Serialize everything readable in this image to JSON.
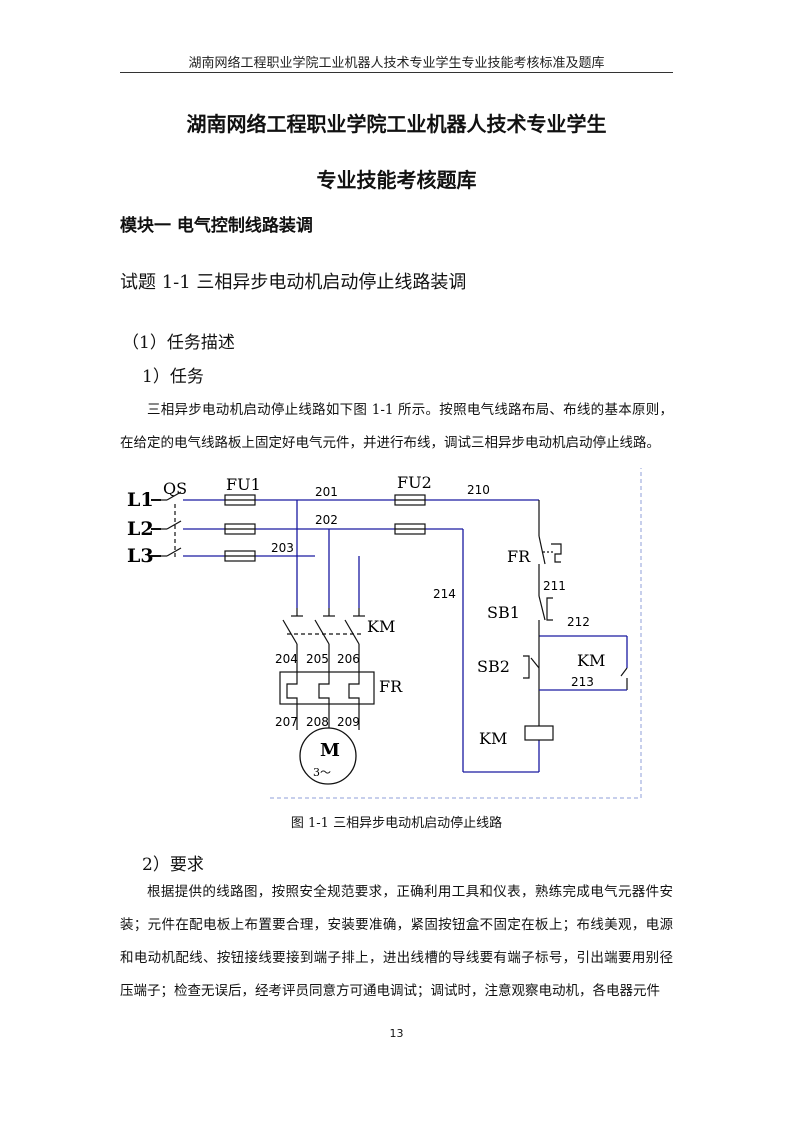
{
  "header": {
    "text": "湖南网络工程职业学院工业机器人技术专业学生专业技能考核标准及题库"
  },
  "title": {
    "line1": "湖南网络工程职业学院工业机器人技术专业学生",
    "line2": "专业技能考核题库"
  },
  "module": "模块一  电气控制线路装调",
  "exam_title": "试题 1-1  三相异步电动机启动停止线路装调",
  "section1": "（1）任务描述",
  "section1_1": "1）任务",
  "task_text": "三相异步电动机启动停止线路如下图 1-1 所示。按照电气线路布局、布线的基本原则，在给定的电气线路板上固定好电气元件，并进行布线，调试三相异步电动机启动停止线路。",
  "diagram": {
    "phases": [
      "L1",
      "L2",
      "L3"
    ],
    "qs": "QS",
    "fu1": "FU1",
    "fu2": "FU2",
    "wire_201": "201",
    "wire_202": "202",
    "wire_203": "203",
    "wire_210": "210",
    "wire_211": "211",
    "wire_212": "212",
    "wire_213": "213",
    "wire_214": "214",
    "wire_204": "204",
    "wire_205": "205",
    "wire_206": "206",
    "wire_207": "207",
    "wire_208": "208",
    "wire_209": "209",
    "km_main": "KM",
    "fr_main": "FR",
    "fr_ctrl": "FR",
    "sb1": "SB1",
    "sb2": "SB2",
    "km_aux": "KM",
    "km_coil": "KM",
    "motor": "M",
    "motor_sub": "3～"
  },
  "caption": "图 1-1    三相异步电动机启动停止线路",
  "section1_2": "2）要求",
  "req_text": "根据提供的线路图，按照安全规范要求，正确利用工具和仪表，熟练完成电气元器件安装；元件在配电板上布置要合理，安装要准确，紧固按钮盒不固定在板上；布线美观，电源和电动机配线、按钮接线要接到端子排上，进出线槽的导线要有端子标号，引出端要用别径压端子；检查无误后，经考评员同意方可通电调试；调试时，注意观察电动机，各电器元件",
  "page_number": "13",
  "colors": {
    "wire": "#1a1aa0",
    "ink": "#111111",
    "border": "#8f9fd8"
  }
}
